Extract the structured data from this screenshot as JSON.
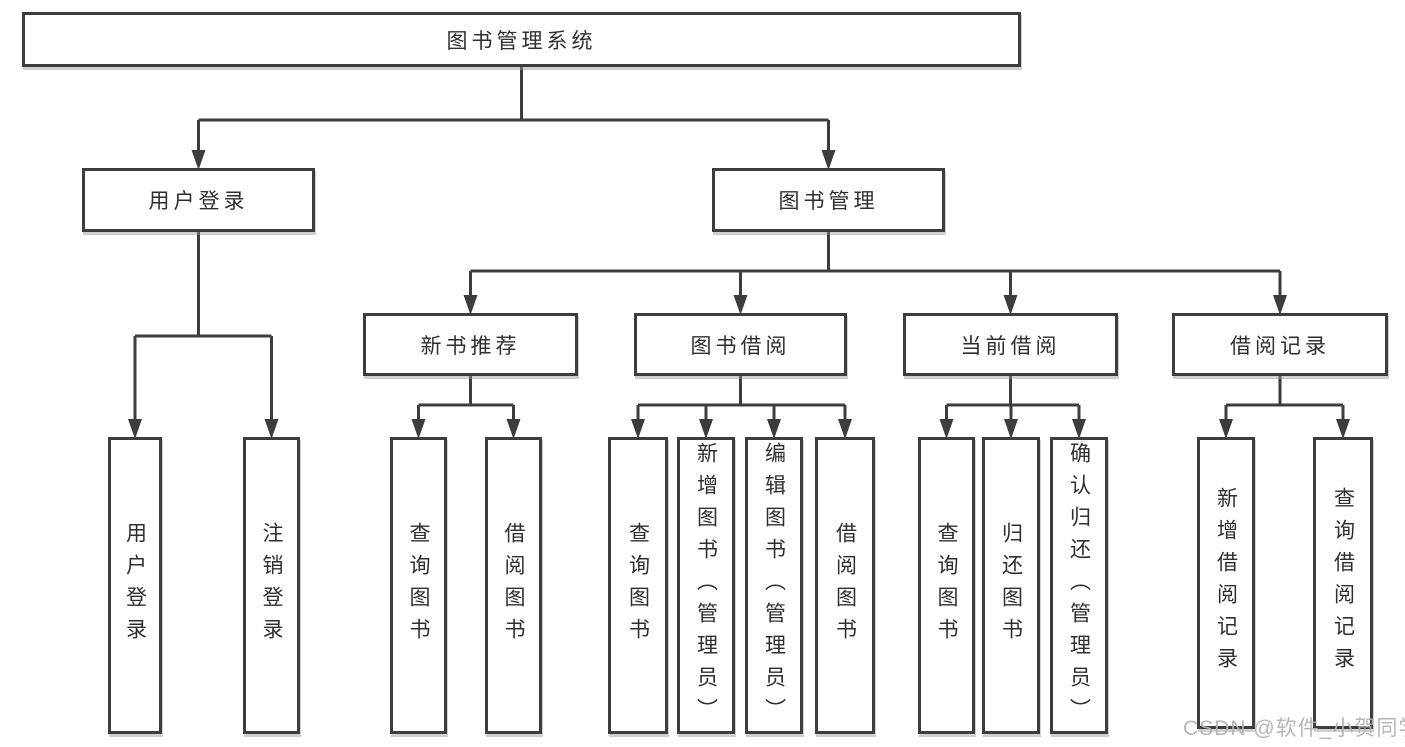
{
  "diagram": {
    "title": "图书管理系统",
    "watermark": "CSDN @软件_小贺同学",
    "colors": {
      "line": "#3d3d3d",
      "text": "#2f2f2f",
      "box_fill": "#ffffff",
      "background": "#ffffff",
      "watermark": "#b2b2b2"
    },
    "nodes": [
      {
        "id": "root",
        "label": "图书管理系统"
      },
      {
        "id": "user-login",
        "label": "用户登录"
      },
      {
        "id": "book-mgmt",
        "label": "图书管理"
      },
      {
        "id": "new-book-rec",
        "label": "新书推荐"
      },
      {
        "id": "book-borrow",
        "label": "图书借阅"
      },
      {
        "id": "current-borrow",
        "label": "当前借阅"
      },
      {
        "id": "borrow-records",
        "label": "借阅记录"
      },
      {
        "id": "leaf-user-login",
        "label": "用户登录"
      },
      {
        "id": "leaf-logout",
        "label": "注销登录"
      },
      {
        "id": "leaf-query-book-1",
        "label": "查询图书"
      },
      {
        "id": "leaf-borrow-book-1",
        "label": "借阅图书"
      },
      {
        "id": "leaf-query-book-2",
        "label": "查询图书"
      },
      {
        "id": "leaf-add-book",
        "label": "新增图书（管理员）"
      },
      {
        "id": "leaf-edit-book",
        "label": "编辑图书（管理员）"
      },
      {
        "id": "leaf-borrow-book-2",
        "label": "借阅图书"
      },
      {
        "id": "leaf-query-book-3",
        "label": "查询图书"
      },
      {
        "id": "leaf-return-book",
        "label": "归还图书"
      },
      {
        "id": "leaf-confirm-return",
        "label": "确认归还（管理员）"
      },
      {
        "id": "leaf-add-borrow-record",
        "label": "新增借阅记录"
      },
      {
        "id": "leaf-query-borrow-record",
        "label": "查询借阅记录"
      }
    ],
    "edges": [
      [
        "root",
        "user-login"
      ],
      [
        "root",
        "book-mgmt"
      ],
      [
        "user-login",
        "leaf-user-login"
      ],
      [
        "user-login",
        "leaf-logout"
      ],
      [
        "book-mgmt",
        "new-book-rec"
      ],
      [
        "book-mgmt",
        "book-borrow"
      ],
      [
        "book-mgmt",
        "current-borrow"
      ],
      [
        "book-mgmt",
        "borrow-records"
      ],
      [
        "new-book-rec",
        "leaf-query-book-1"
      ],
      [
        "new-book-rec",
        "leaf-borrow-book-1"
      ],
      [
        "book-borrow",
        "leaf-query-book-2"
      ],
      [
        "book-borrow",
        "leaf-add-book"
      ],
      [
        "book-borrow",
        "leaf-edit-book"
      ],
      [
        "book-borrow",
        "leaf-borrow-book-2"
      ],
      [
        "current-borrow",
        "leaf-query-book-3"
      ],
      [
        "current-borrow",
        "leaf-return-book"
      ],
      [
        "current-borrow",
        "leaf-confirm-return"
      ],
      [
        "borrow-records",
        "leaf-add-borrow-record"
      ],
      [
        "borrow-records",
        "leaf-query-borrow-record"
      ]
    ]
  }
}
